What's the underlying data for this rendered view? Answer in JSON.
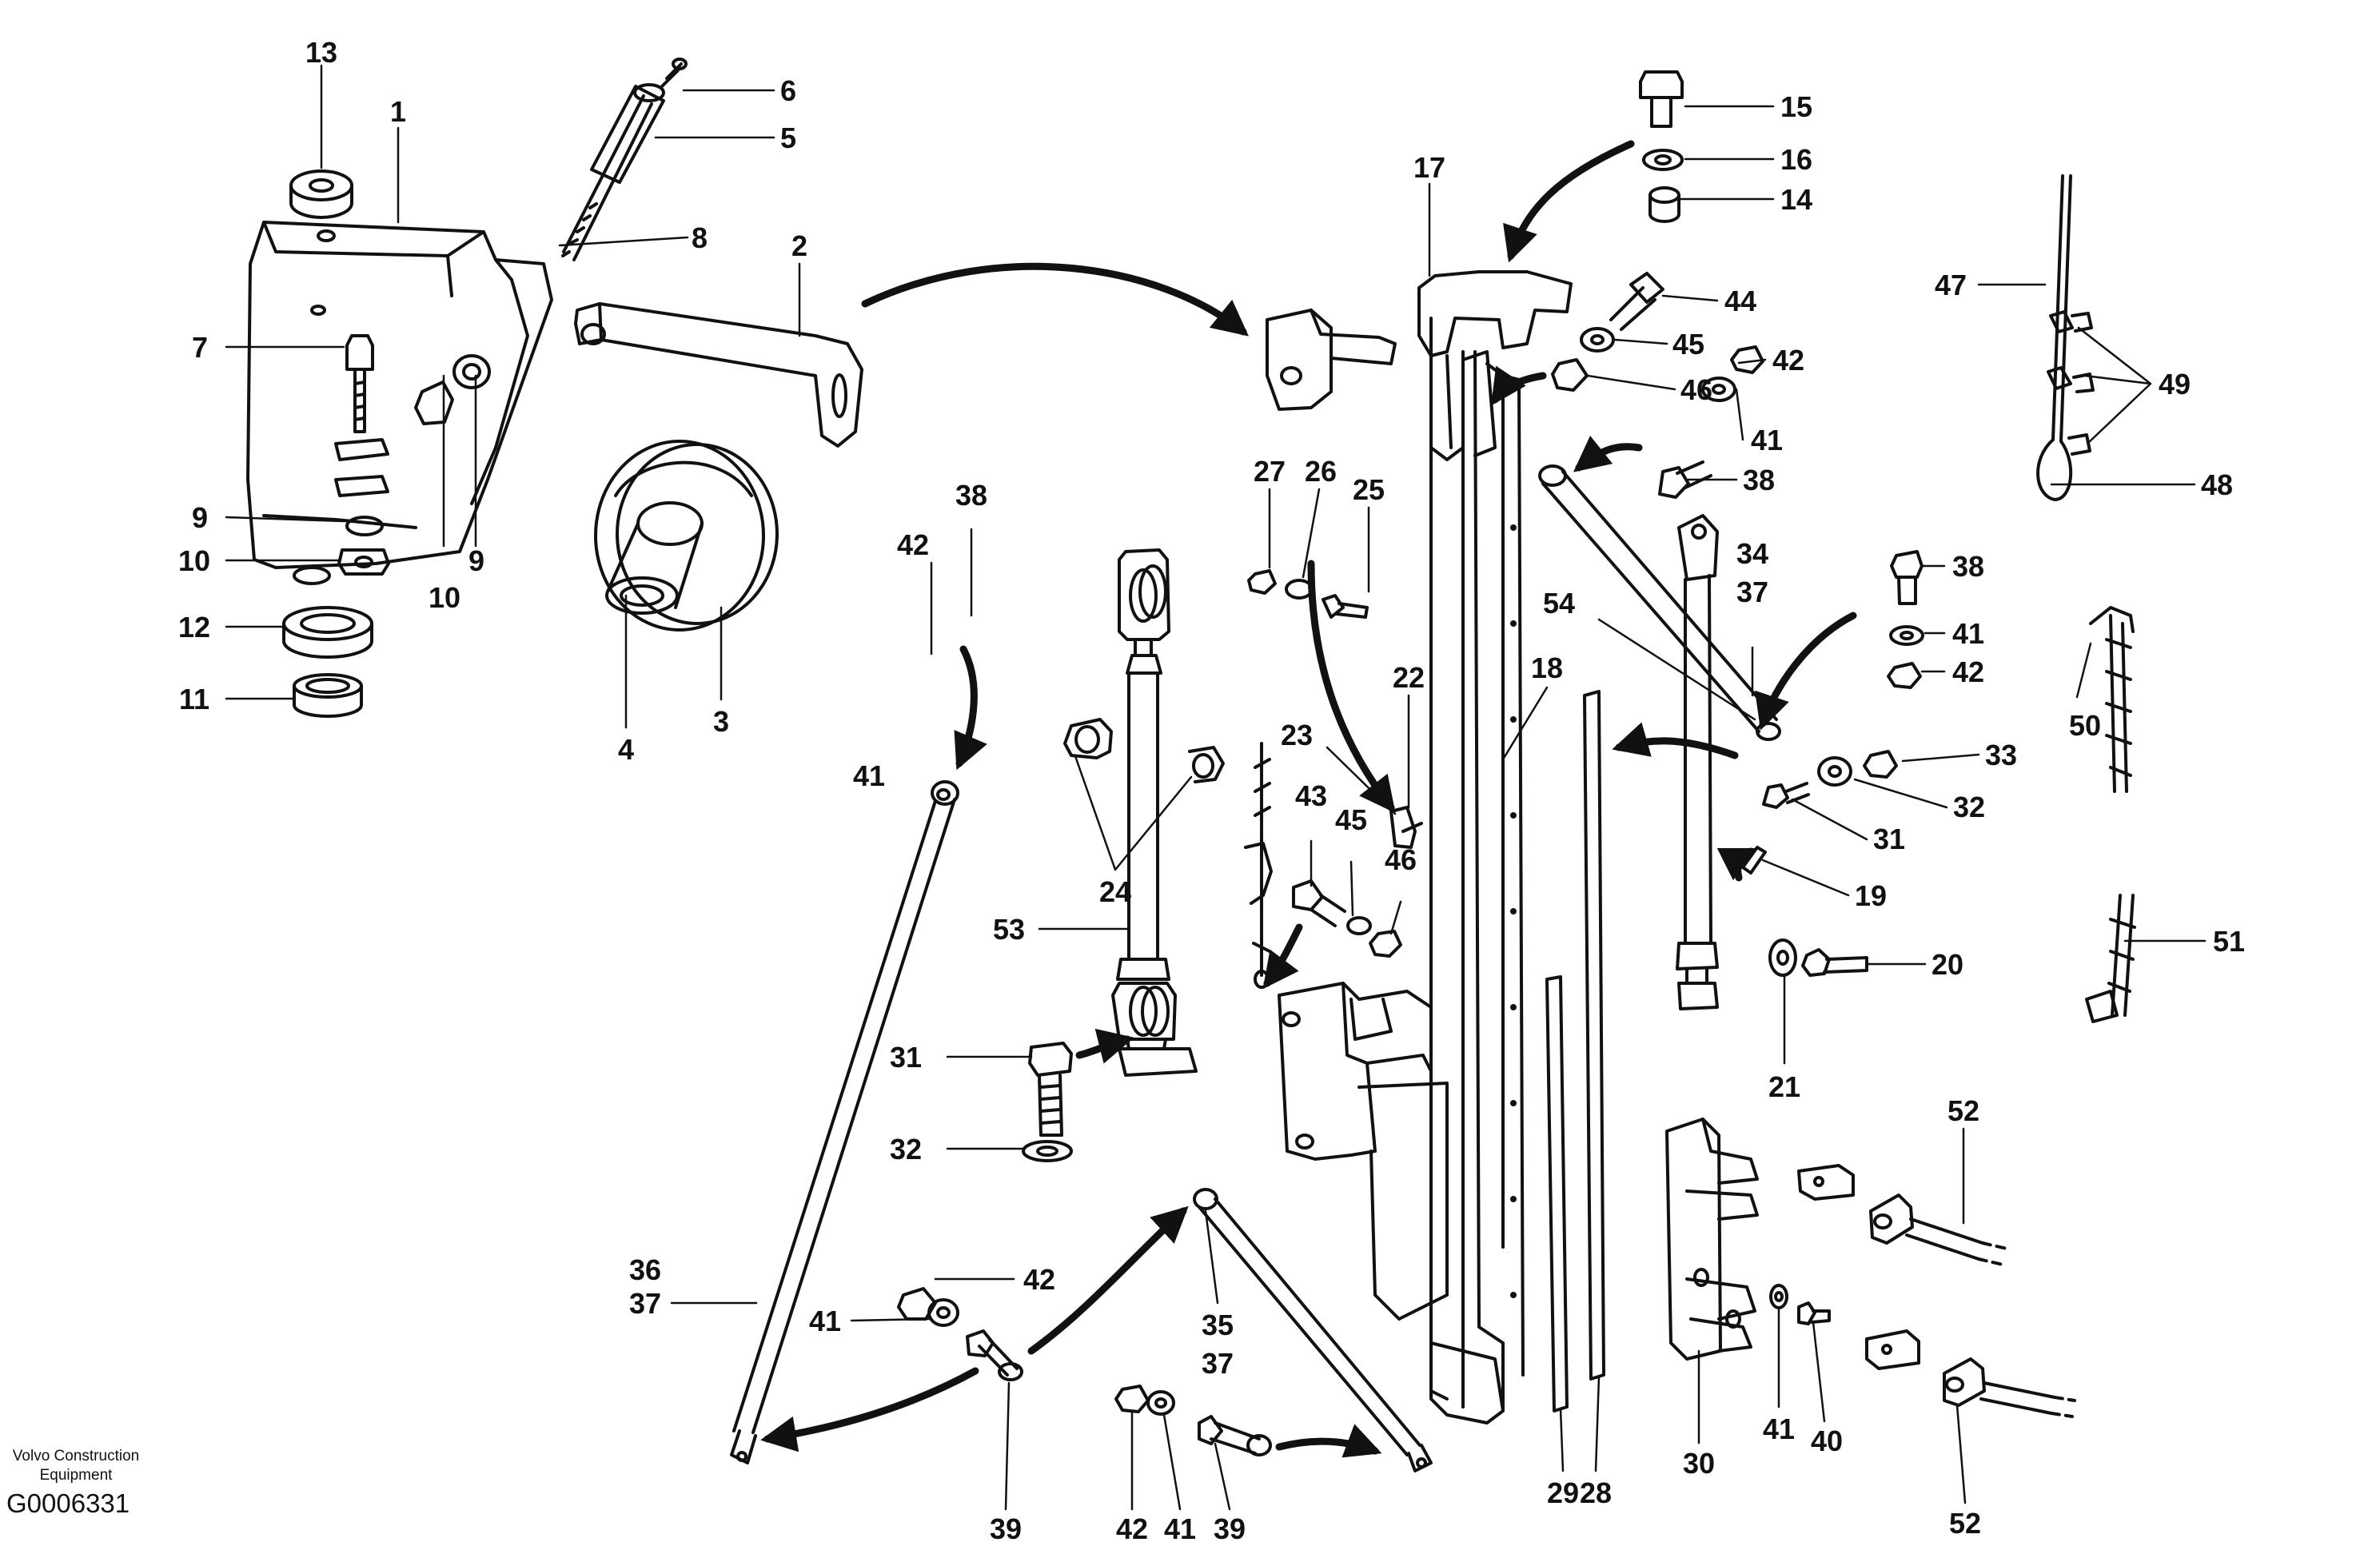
{
  "diagram": {
    "part_numbers": [
      "1",
      "2",
      "3",
      "4",
      "5",
      "6",
      "7",
      "8",
      "9",
      "10",
      "11",
      "12",
      "13",
      "14",
      "15",
      "16",
      "17",
      "18",
      "19",
      "20",
      "21",
      "22",
      "23",
      "24",
      "25",
      "26",
      "27",
      "28",
      "29",
      "30",
      "31",
      "32",
      "33",
      "34",
      "35",
      "36",
      "37",
      "38",
      "39",
      "40",
      "41",
      "42",
      "43",
      "44",
      "45",
      "46",
      "47",
      "48",
      "49",
      "50",
      "51",
      "52",
      "53",
      "54"
    ],
    "callouts": [
      {
        "id": "c13",
        "text": "13"
      },
      {
        "id": "c1",
        "text": "1"
      },
      {
        "id": "c6",
        "text": "6"
      },
      {
        "id": "c5",
        "text": "5"
      },
      {
        "id": "c8",
        "text": "8"
      },
      {
        "id": "c2",
        "text": "2"
      },
      {
        "id": "c7",
        "text": "7"
      },
      {
        "id": "c9a",
        "text": "9"
      },
      {
        "id": "c10a",
        "text": "10"
      },
      {
        "id": "c9b",
        "text": "9"
      },
      {
        "id": "c10b",
        "text": "10"
      },
      {
        "id": "c12",
        "text": "12"
      },
      {
        "id": "c11",
        "text": "11"
      },
      {
        "id": "c4",
        "text": "4"
      },
      {
        "id": "c3",
        "text": "3"
      },
      {
        "id": "c15",
        "text": "15"
      },
      {
        "id": "c16",
        "text": "16"
      },
      {
        "id": "c14",
        "text": "14"
      },
      {
        "id": "c17",
        "text": "17"
      },
      {
        "id": "c44",
        "text": "44"
      },
      {
        "id": "c45a",
        "text": "45"
      },
      {
        "id": "c46a",
        "text": "46"
      },
      {
        "id": "c42a",
        "text": "42"
      },
      {
        "id": "c41a",
        "text": "41"
      },
      {
        "id": "c38a",
        "text": "38"
      },
      {
        "id": "c47",
        "text": "47"
      },
      {
        "id": "c49",
        "text": "49"
      },
      {
        "id": "c48",
        "text": "48"
      },
      {
        "id": "c27",
        "text": "27"
      },
      {
        "id": "c26",
        "text": "26"
      },
      {
        "id": "c25",
        "text": "25"
      },
      {
        "id": "c42b",
        "text": "42"
      },
      {
        "id": "c38b",
        "text": "38"
      },
      {
        "id": "c41b",
        "text": "41"
      },
      {
        "id": "c34",
        "text": "34"
      },
      {
        "id": "c37a",
        "text": "37"
      },
      {
        "id": "c54",
        "text": "54"
      },
      {
        "id": "c18",
        "text": "18"
      },
      {
        "id": "c22",
        "text": "22"
      },
      {
        "id": "c38c",
        "text": "38"
      },
      {
        "id": "c41c",
        "text": "41"
      },
      {
        "id": "c42c",
        "text": "42"
      },
      {
        "id": "c33",
        "text": "33"
      },
      {
        "id": "c32a",
        "text": "32"
      },
      {
        "id": "c31a",
        "text": "31"
      },
      {
        "id": "c50",
        "text": "50"
      },
      {
        "id": "c23",
        "text": "23"
      },
      {
        "id": "c43",
        "text": "43"
      },
      {
        "id": "c45b",
        "text": "45"
      },
      {
        "id": "c46b",
        "text": "46"
      },
      {
        "id": "c24",
        "text": "24"
      },
      {
        "id": "c53",
        "text": "53"
      },
      {
        "id": "c19",
        "text": "19"
      },
      {
        "id": "c20",
        "text": "20"
      },
      {
        "id": "c21",
        "text": "21"
      },
      {
        "id": "c51",
        "text": "51"
      },
      {
        "id": "c31b",
        "text": "31"
      },
      {
        "id": "c32b",
        "text": "32"
      },
      {
        "id": "c52a",
        "text": "52"
      },
      {
        "id": "c36",
        "text": "36"
      },
      {
        "id": "c37b",
        "text": "37"
      },
      {
        "id": "c42d",
        "text": "42"
      },
      {
        "id": "c41d",
        "text": "41"
      },
      {
        "id": "c35",
        "text": "35"
      },
      {
        "id": "c37c",
        "text": "37"
      },
      {
        "id": "c30",
        "text": "30"
      },
      {
        "id": "c41e",
        "text": "41"
      },
      {
        "id": "c40",
        "text": "40"
      },
      {
        "id": "c29",
        "text": "29"
      },
      {
        "id": "c28",
        "text": "28"
      },
      {
        "id": "c39a",
        "text": "39"
      },
      {
        "id": "c42e",
        "text": "42"
      },
      {
        "id": "c41f",
        "text": "41"
      },
      {
        "id": "c39b",
        "text": "39"
      },
      {
        "id": "c52b",
        "text": "52"
      }
    ]
  },
  "footer": {
    "brand_line1": "Volvo Construction",
    "brand_line2": "Equipment",
    "drawing_code": "G0006331"
  }
}
